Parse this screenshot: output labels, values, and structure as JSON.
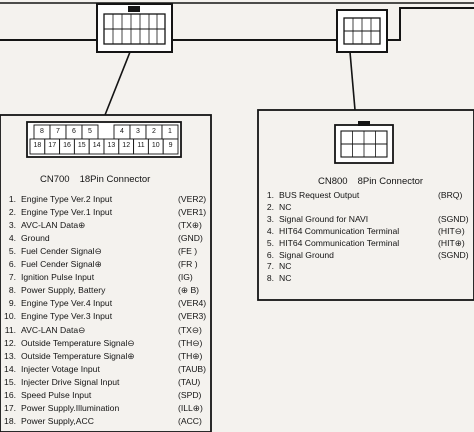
{
  "colors": {
    "ink": "#141414",
    "paper": "#f4f2ee",
    "connector_fill": "#ffffff"
  },
  "cn700": {
    "title": "CN700",
    "subtitle": "18Pin Connector",
    "grid_top": [
      "8",
      "7",
      "6",
      "5",
      "4",
      "3",
      "2",
      "1"
    ],
    "grid_bottom": [
      "18",
      "17",
      "16",
      "15",
      "14",
      "13",
      "12",
      "11",
      "10",
      "9"
    ],
    "pins": [
      {
        "no": "1.",
        "name": "Engine Type Ver.2 Input",
        "code": "(VER2)"
      },
      {
        "no": "2.",
        "name": "Engine Type Ver.1 Input",
        "code": "(VER1)"
      },
      {
        "no": "3.",
        "name": "AVC-LAN Data⊕",
        "code": "(TX⊕)"
      },
      {
        "no": "4.",
        "name": "Ground",
        "code": "(GND)"
      },
      {
        "no": "5.",
        "name": "Fuel Cender Signal⊖",
        "code": "(FE )"
      },
      {
        "no": "6.",
        "name": "Fuel Cender Signal⊕",
        "code": "(FR )"
      },
      {
        "no": "7.",
        "name": "Ignition Pulse Input",
        "code": "(IG)"
      },
      {
        "no": "8.",
        "name": "Power Supply, Battery",
        "code": "(⊕ B)"
      },
      {
        "no": "9.",
        "name": "Engine Type Ver.4 Input",
        "code": "(VER4)"
      },
      {
        "no": "10.",
        "name": "Engine Type Ver.3 Input",
        "code": "(VER3)"
      },
      {
        "no": "11.",
        "name": "AVC-LAN Data⊖",
        "code": "(TX⊖)"
      },
      {
        "no": "12.",
        "name": "Outside Temperature Signal⊖",
        "code": "(TH⊖)"
      },
      {
        "no": "13.",
        "name": "Outside Temperature Signal⊕",
        "code": "(TH⊕)"
      },
      {
        "no": "14.",
        "name": "Injecter Votage Input",
        "code": "(TAUB)"
      },
      {
        "no": "15.",
        "name": "Injecter Drive Signal Input",
        "code": "(TAU)"
      },
      {
        "no": "16.",
        "name": "Speed Pulse Input",
        "code": "(SPD)"
      },
      {
        "no": "17.",
        "name": "Power Supply.Illumination",
        "code": "(ILL⊕)"
      },
      {
        "no": "18.",
        "name": "Power Supply,ACC",
        "code": "(ACC)"
      }
    ]
  },
  "cn800": {
    "title": "CN800",
    "subtitle": "8Pin Connector",
    "pins": [
      {
        "no": "1.",
        "name": "BUS Request Output",
        "code": "(BRQ)"
      },
      {
        "no": "2.",
        "name": "NC",
        "code": ""
      },
      {
        "no": "3.",
        "name": "Signal Ground for NAVI",
        "code": "(SGND)"
      },
      {
        "no": "4.",
        "name": "HIT64 Communication Terminal",
        "code": "(HIT⊖)"
      },
      {
        "no": "5.",
        "name": "HIT64 Communication Terminal",
        "code": "(HIT⊕)"
      },
      {
        "no": "6.",
        "name": "Signal Ground",
        "code": "(SGND)"
      },
      {
        "no": "7.",
        "name": "NC",
        "code": ""
      },
      {
        "no": "8.",
        "name": "NC",
        "code": ""
      }
    ]
  }
}
